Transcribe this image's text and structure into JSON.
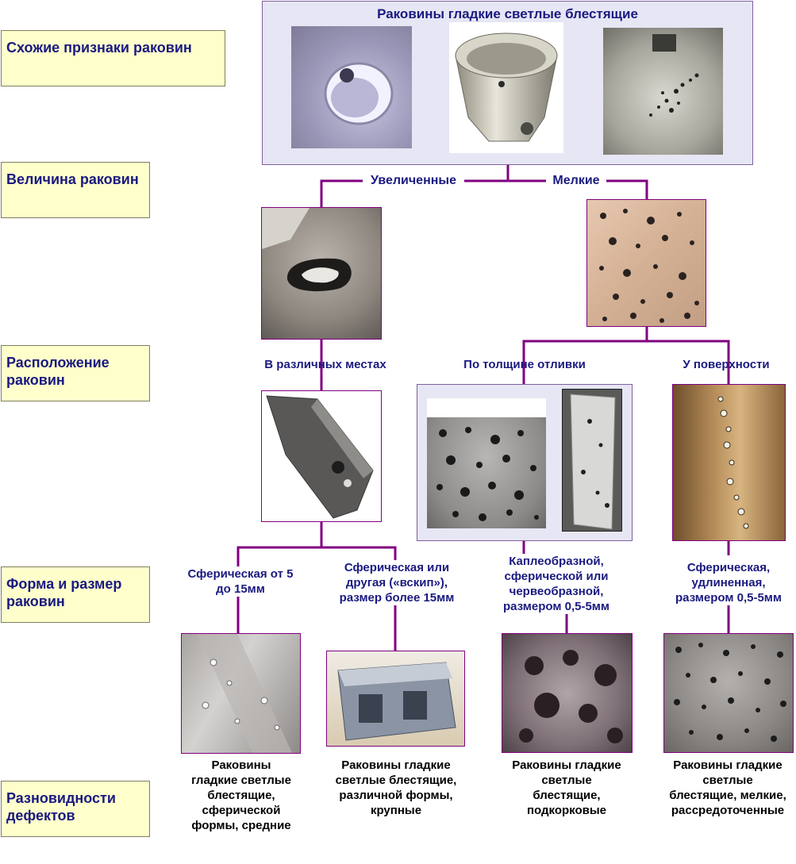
{
  "title": "Раковины гладкие светлые блестящие",
  "rows": {
    "similar": "Схожие признаки раковин",
    "size": "Величина раковин",
    "location": "Расположение раковин",
    "shape": "Форма и размер раковин",
    "types": "Разновидности дефектов"
  },
  "branches": {
    "enlarged": "Увеличенные",
    "small": "Мелкие"
  },
  "locations": {
    "various": "В различных местах",
    "thickness": "По толщине отливки",
    "surface": "У поверхности"
  },
  "shapes": {
    "s1": "Сферическая от 5 до 15мм",
    "s2": "Сферическая или другая («вскип»), размер более 15мм",
    "s3": "Каплеобразной, сферической или червеобразной, размером 0,5-5мм",
    "s4": "Сферическая, удлиненная, размером 0,5-5мм"
  },
  "defects": {
    "d1": "Раковины гладкие светлые блестящие, сферической формы, средние",
    "d2": "Раковины гладкие светлые блестящие, различной формы,  крупные",
    "d3": "Раковины гладкие светлые блестящие, подкорковые",
    "d4": "Раковины гладкие светлые блестящие, мелкие, рассредоточенные"
  },
  "colors": {
    "label_bg": "#FFFFCC",
    "text": "#1a1a80",
    "connector": "#800080",
    "panel_bg": "#E6E6F4"
  }
}
